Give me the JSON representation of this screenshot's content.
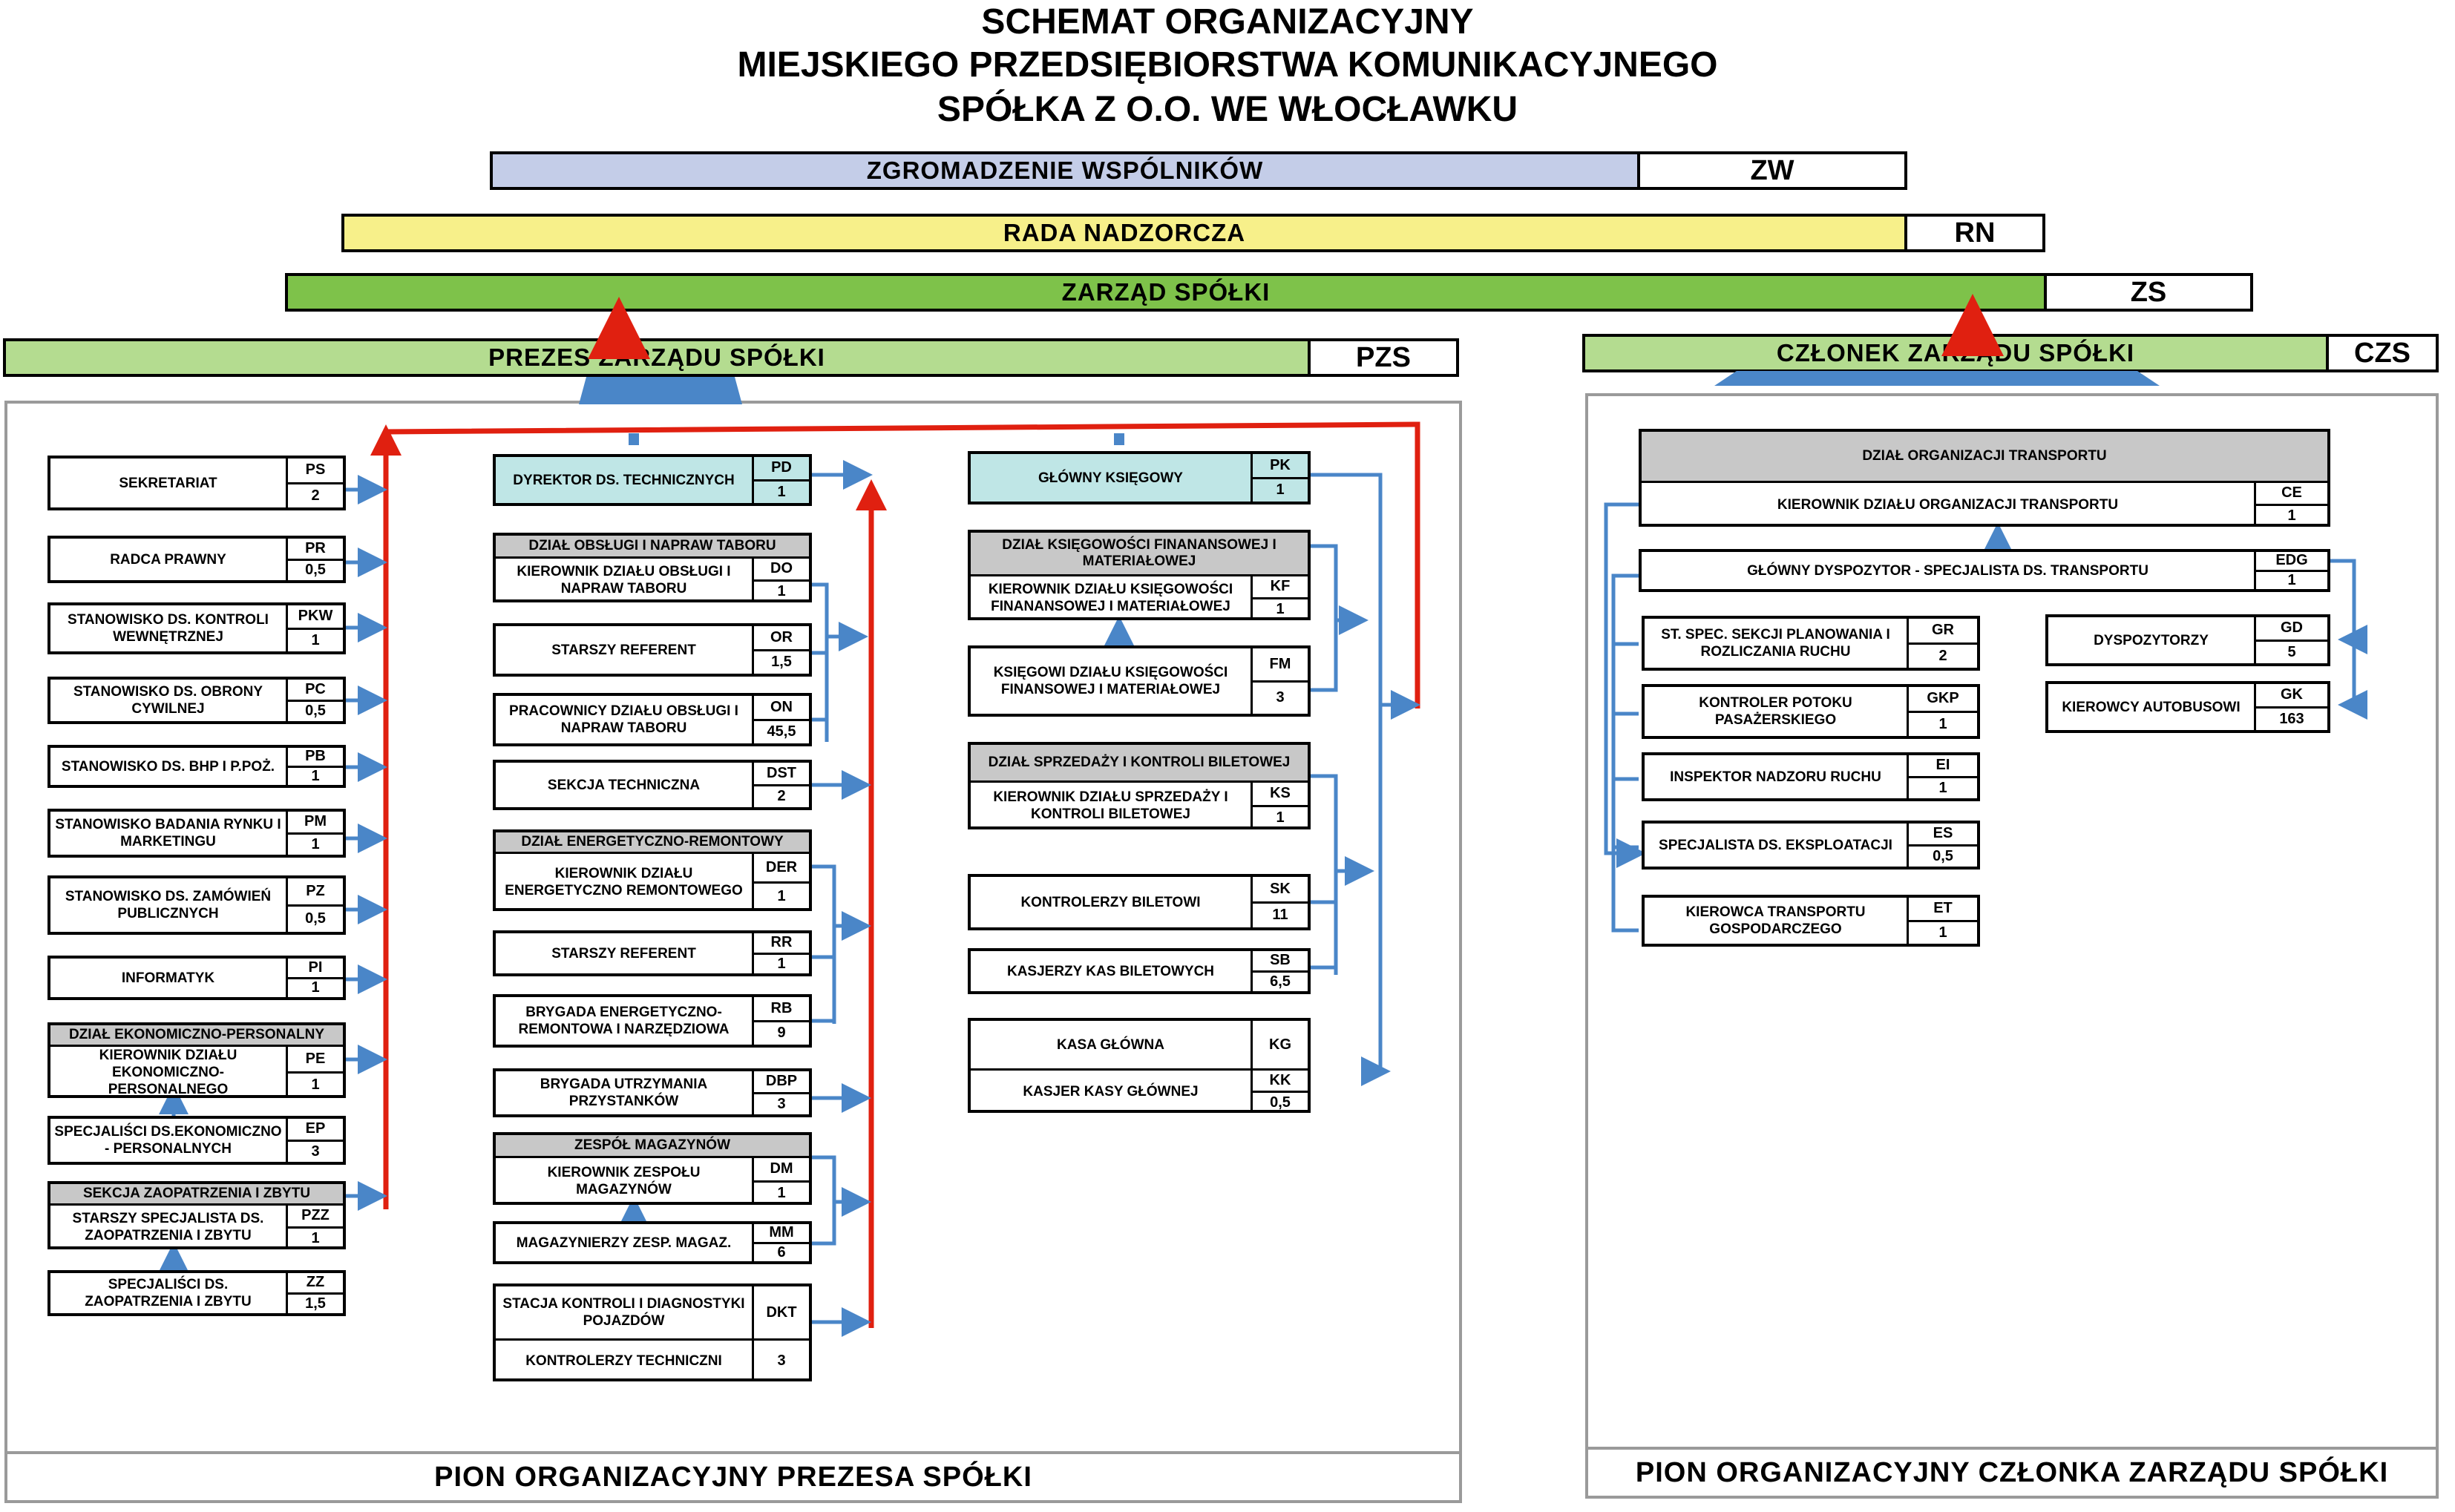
{
  "title": {
    "line1": "SCHEMAT ORGANIZACYJNY",
    "line2": "MIEJSKIEGO PRZEDSIĘBIORSTWA KOMUNIKACYJNEGO",
    "line3": "SPÓŁKA Z O.O. WE WŁOCŁAWKU"
  },
  "colors": {
    "zw": "#c4cde8",
    "rn": "#f7f08a",
    "zs": "#7ec24a",
    "exec": "#b4dc90",
    "red": "#e02010",
    "blue": "#4a86c8",
    "gray": "#c8c8c8",
    "teal": "#bfe6e6"
  },
  "top": {
    "zw": {
      "label": "ZGROMADZENIE  WSPÓLNIKÓW",
      "code": "ZW"
    },
    "rn": {
      "label": "RADA  NADZORCZA",
      "code": "RN"
    },
    "zs": {
      "label": "ZARZĄD  SPÓŁKI",
      "code": "ZS"
    },
    "pzs": {
      "label": "PREZES ZARZĄDU SPÓŁKI",
      "code": "PZS"
    },
    "czs": {
      "label": "CZŁONEK ZARZĄDU SPÓŁKI",
      "code": "CZS"
    }
  },
  "col1": [
    {
      "name": "SEKRETARIAT",
      "code": "PS",
      "fte": "2"
    },
    {
      "name": "RADCA PRAWNY",
      "code": "PR",
      "fte": "0,5"
    },
    {
      "name": "STANOWISKO DS. KONTROLI WEWNĘTRZNEJ",
      "code": "PKW",
      "fte": "1"
    },
    {
      "name": "STANOWISKO DS. OBRONY CYWILNEJ",
      "code": "PC",
      "fte": "0,5"
    },
    {
      "name": "STANOWISKO DS. BHP  I  P.POŻ.",
      "code": "PB",
      "fte": "1"
    },
    {
      "name": "STANOWISKO BADANIA RYNKU I MARKETINGU",
      "code": "PM",
      "fte": "1"
    },
    {
      "name": "STANOWISKO  DS. ZAMÓWIEŃ PUBLICZNYCH",
      "code": "PZ",
      "fte": "0,5"
    },
    {
      "name": "INFORMATYK",
      "code": "PI",
      "fte": "1"
    }
  ],
  "dep_ep": {
    "head": "DZIAŁ EKONOMICZNO-PERSONALNY",
    "mgr": {
      "name": "KIEROWNIK  DZIAŁU EKONOMICZNO-PERSONALNEGO",
      "code": "PE",
      "fte": "1"
    },
    "staff": {
      "name": "SPECJALIŚCI DS.EKONOMICZNO - PERSONALNYCH",
      "code": "EP",
      "fte": "3"
    }
  },
  "dep_sz": {
    "head": "SEKCJA ZAOPATRZENIA I ZBYTU",
    "mgr": {
      "name": "STARSZY  SPECJALISTA  DS. ZAOPATRZENIA I ZBYTU",
      "code": "PZZ",
      "fte": "1"
    },
    "staff": {
      "name": "SPECJALIŚCI  DS. ZAOPATRZENIA  I ZBYTU",
      "code": "ZZ",
      "fte": "1,5"
    }
  },
  "col2": {
    "director": {
      "name": "DYREKTOR DS. TECHNICZNYCH",
      "code": "PD",
      "fte": "1"
    },
    "do": {
      "head": "DZIAŁ OBSŁUGI I NAPRAW TABORU",
      "mgr": {
        "name": "KIEROWNIK  DZIAŁU  OBSŁUGI I  NAPRAW TABORU",
        "code": "DO",
        "fte": "1"
      },
      "r1": {
        "name": "STARSZY  REFERENT",
        "code": "OR",
        "fte": "1,5"
      },
      "r2": {
        "name": "PRACOWNICY  DZIAŁU OBSŁUGI I NAPRAW TABORU",
        "code": "ON",
        "fte": "45,5"
      },
      "r3": {
        "name": "SEKCJA  TECHNICZNA",
        "code": "DST",
        "fte": "2"
      }
    },
    "de": {
      "head": "DZIAŁ ENERGETYCZNO-REMONTOWY",
      "mgr": {
        "name": "KIEROWNIK  DZIAŁU ENERGETYCZNO REMONTOWEGO",
        "code": "DER",
        "fte": "1"
      },
      "r1": {
        "name": "STARSZY REFERENT",
        "code": "RR",
        "fte": "1"
      },
      "r2": {
        "name": "BRYGADA ENERGETYCZNO-REMONTOWA I NARZĘDZIOWA",
        "code": "RB",
        "fte": "9"
      },
      "r3": {
        "name": "BRYGADA UTRZYMANIA PRZYSTANKÓW",
        "code": "DBP",
        "fte": "3"
      }
    },
    "dm": {
      "head": "ZESPÓŁ MAGAZYNÓW",
      "mgr": {
        "name": "KIEROWNIK ZESPOŁU MAGAZYNÓW",
        "code": "DM",
        "fte": "1"
      },
      "r1": {
        "name": "MAGAZYNIERZY  ZESP. MAGAZ.",
        "code": "MM",
        "fte": "6"
      }
    },
    "dkt": {
      "name": "STACJA KONTROLI  I  DIAGNOSTYKI POJAZDÓW",
      "code": "DKT",
      "sub": "KONTROLERZY  TECHNICZNI",
      "fte": "3"
    }
  },
  "col3": {
    "gk": {
      "name": "GŁÓWNY  KSIĘGOWY",
      "code": "PK",
      "fte": "1"
    },
    "kf": {
      "head": "DZIAŁ  KSIĘGOWOŚCI  FINANANSOWEJ I  MATERIAŁOWEJ",
      "mgr": {
        "name": "KIEROWNIK  DZIAŁU  KSIĘGOWOŚCI FINANANSOWEJ  I  MATERIAŁOWEJ",
        "code": "KF",
        "fte": "1"
      },
      "r1": {
        "name": "KSIĘGOWI  DZIAŁU  KSIĘGOWOŚCI FINANSOWEJ I MATERIAŁOWEJ",
        "code": "FM",
        "fte": "3"
      }
    },
    "ks": {
      "head": "DZIAŁ SPRZEDAŻY  I  KONTROLI BILETOWEJ",
      "mgr": {
        "name": "KIEROWNIK     DZIAŁU     SPRZEDAŻY I   KONTROLI  BILETOWEJ",
        "code": "KS",
        "fte": "1"
      },
      "r1": {
        "name": "KONTROLERZY  BILETOWI",
        "code": "SK",
        "fte": "11"
      },
      "r2": {
        "name": "KASJERZY   KAS  BILETOWYCH",
        "code": "SB",
        "fte": "6,5"
      }
    },
    "kg": {
      "name": "KASA  GŁÓWNA",
      "code": "KG",
      "sub": "KASJER KASY GŁÓWNEJ",
      "subcode": "KK",
      "fte": "0,5"
    }
  },
  "right": {
    "ce": {
      "head": "DZIAŁ  ORGANIZACJI  TRANSPORTU",
      "mgr": {
        "name": "KIEROWNIK  DZIAŁU ORGANIZACJI  TRANSPORTU",
        "code": "CE",
        "fte": "1"
      }
    },
    "edg": {
      "name": "GŁÓWNY DYSPOZYTOR - SPECJALISTA DS. TRANSPORTU",
      "code": "EDG",
      "fte": "1"
    },
    "left": [
      {
        "name": "ST. SPEC. SEKCJI  PLANOWANIA I   ROZLICZANIA   RUCHU",
        "code": "GR",
        "fte": "2"
      },
      {
        "name": "KONTROLER POTOKU PASAŻERSKIEGO",
        "code": "GKP",
        "fte": "1"
      },
      {
        "name": "INSPEKTOR  NADZORU  RUCHU",
        "code": "EI",
        "fte": "1"
      },
      {
        "name": "SPECJALISTA  DS.  EKSPLOATACJI",
        "code": "ES",
        "fte": "0,5"
      },
      {
        "name": "KIEROWCA  TRANSPORTU GOSPODARCZEGO",
        "code": "ET",
        "fte": "1"
      }
    ],
    "rightcol": [
      {
        "name": "DYSPOZYTORZY",
        "code": "GD",
        "fte": "5"
      },
      {
        "name": "KIEROWCY  AUTOBUSOWI",
        "code": "GK",
        "fte": "163"
      }
    ]
  },
  "pion_left": "PION   ORGANIZACYJNY   PREZESA   SPÓŁKI",
  "pion_right": "PION ORGANIZACYJNY CZŁONKA ZARZĄDU SPÓŁKI"
}
